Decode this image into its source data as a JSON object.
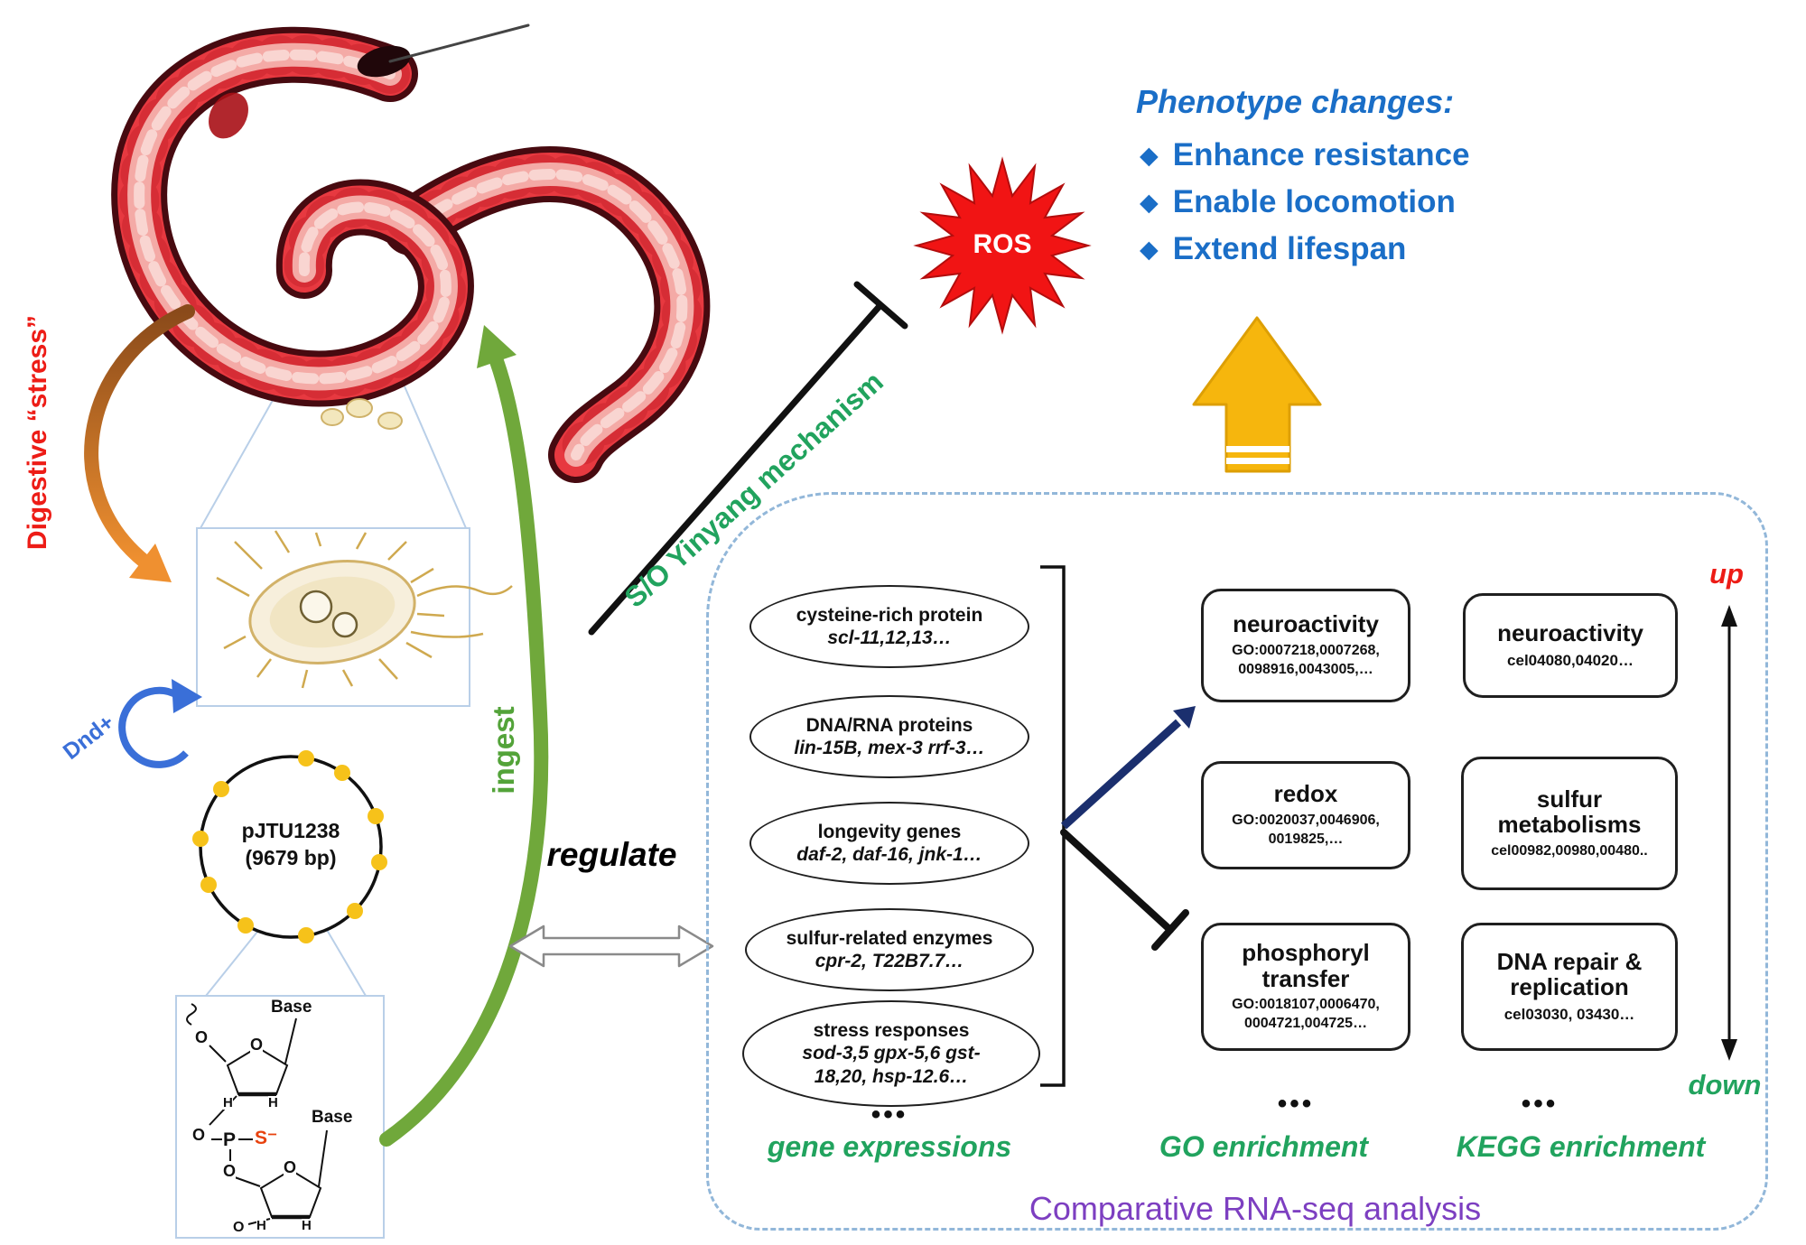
{
  "labels": {
    "digestive_stress": "Digestive “stress”",
    "dnd": "Dnd+",
    "ingest": "ingest",
    "yinyang": "S/O Yinyang mechanism",
    "ros": "ROS",
    "regulate": "regulate",
    "up": "up",
    "down": "down"
  },
  "icons": {
    "diamond": "◆"
  },
  "plasmid": {
    "name": "pJTU1238",
    "size": "(9679 bp)"
  },
  "dna": {
    "base": "Base",
    "o": "O",
    "h": "H",
    "p": "P",
    "s": "S⁻"
  },
  "phenotype": {
    "title": "Phenotype changes:",
    "items": [
      "Enhance resistance",
      "Enable locomotion",
      "Extend lifespan"
    ]
  },
  "colors": {
    "phenotype_blue": "#1a6ec7",
    "label_green": "#21a35e",
    "caption_purple": "#7d3fc1",
    "ros_red": "#f11414",
    "stress_red": "#ed1c16",
    "arrow_yellow": "#f6b60d",
    "ingest_green": "#53a339",
    "dnd_blue": "#3a6fd8",
    "up_red": "#ed1c16",
    "sulfur_orange": "#e8420e"
  },
  "rnaseq": {
    "caption": "Comparative RNA-seq analysis",
    "gene_expressions": {
      "label": "gene expressions",
      "dots": "•••",
      "items": [
        {
          "line1": "cysteine-rich protein",
          "line2": "scl-11,12,13…"
        },
        {
          "line1": "DNA/RNA proteins",
          "line2": "lin-15B, mex-3 rrf-3…"
        },
        {
          "line1": "longevity genes",
          "line2": "daf-2, daf-16, jnk-1…"
        },
        {
          "line1": "sulfur-related enzymes",
          "line2": "cpr-2, T22B7.7…"
        },
        {
          "line1": "stress responses",
          "line2": "sod-3,5 gpx-5,6 gst-\n18,20, hsp-12.6…"
        }
      ]
    },
    "go": {
      "label": "GO enrichment",
      "dots": "•••",
      "items": [
        {
          "title": "neuroactivity",
          "sub": "GO:0007218,0007268,\n0098916,0043005,…"
        },
        {
          "title": "redox",
          "sub": "GO:0020037,0046906,\n0019825,…"
        },
        {
          "title": "phosphoryl transfer",
          "sub": "GO:0018107,0006470,\n0004721,004725…"
        }
      ]
    },
    "kegg": {
      "label": "KEGG enrichment",
      "dots": "•••",
      "items": [
        {
          "title": "neuroactivity",
          "sub": "cel04080,04020…"
        },
        {
          "title": "sulfur metabolisms",
          "sub": "cel00982,00980,00480.."
        },
        {
          "title": "DNA repair & replication",
          "sub": "cel03030, 03430…"
        }
      ]
    }
  }
}
